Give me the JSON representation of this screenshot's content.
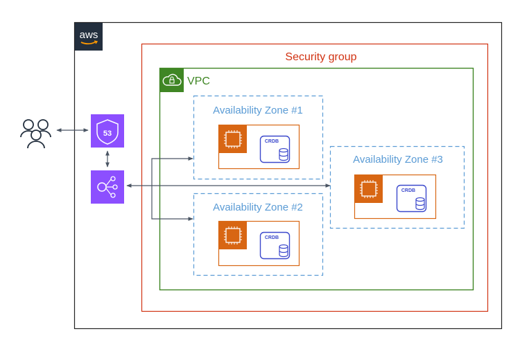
{
  "colors": {
    "outer_border": "#222222",
    "aws_bg": "#232f3e",
    "security_group": "#d13212",
    "vpc": "#3f8624",
    "az": "#5a9bd5",
    "ec2_orange": "#d86613",
    "crdb_purple": "#3b48cc",
    "route53_purple": "#8c4fff",
    "arrow": "#4a5563",
    "users": "#232f3e"
  },
  "aws_logo": {
    "text": "aws",
    "icon": "aws-logo"
  },
  "security_group": {
    "label": "Security group"
  },
  "vpc": {
    "label": "VPC",
    "icon": "cloud-lock-icon"
  },
  "availability_zones": [
    {
      "label": "Availability Zone #1",
      "db_label": "CRDB",
      "compute_icon": "chip-icon",
      "db_icon": "database-icon"
    },
    {
      "label": "Availability Zone #2",
      "db_label": "CRDB",
      "compute_icon": "chip-icon",
      "db_icon": "database-icon"
    },
    {
      "label": "Availability Zone #3",
      "db_label": "CRDB",
      "compute_icon": "chip-icon",
      "db_icon": "database-icon"
    }
  ],
  "route53": {
    "label": "53",
    "icon": "route53-shield-icon"
  },
  "load_balancer": {
    "icon": "load-balancer-icon"
  },
  "users": {
    "icon": "users-group-icon"
  }
}
